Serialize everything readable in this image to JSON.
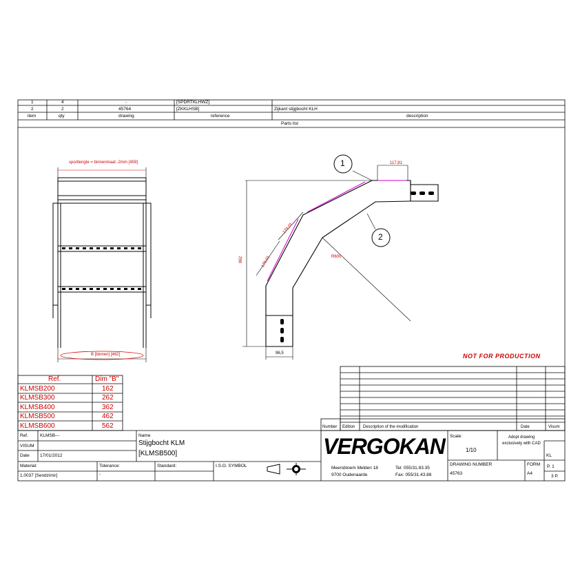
{
  "parts_list": {
    "rows": [
      {
        "item": "1",
        "qty": "4",
        "drawing": "-",
        "reference": "[SPDRTKLHWZ]",
        "description": ""
      },
      {
        "item": "2",
        "qty": "2",
        "drawing": "45764",
        "reference": "[ZKKLHSB]",
        "description": "Zijkant stijgbocht KLH"
      }
    ],
    "headers": {
      "item": "item",
      "qty": "qty",
      "drawing": "drawing",
      "reference": "reference",
      "description": "description"
    },
    "title": "Parts list"
  },
  "drawing": {
    "dim_top": "sportlengte = binnenmaat -2mm [459]",
    "dim_bottom": "B [binnen] [462]",
    "dim_height": "862",
    "dim_top_right": "117,81",
    "dim_bottom_width": "96,5",
    "dim_seg1": "179,01",
    "dim_seg2": "179,01",
    "radius": "R600",
    "callout_1": "1",
    "callout_2": "2",
    "not_for_production": "NOT FOR PRODUCTION"
  },
  "ref_table": {
    "header_ref": "Ref.",
    "header_dim": "Dim \"B\"",
    "rows": [
      {
        "ref": "KLMSB200",
        "dim": "162"
      },
      {
        "ref": "KLMSB300",
        "dim": "262"
      },
      {
        "ref": "KLMSB400",
        "dim": "362"
      },
      {
        "ref": "KLMSB500",
        "dim": "462"
      },
      {
        "ref": "KLMSB600",
        "dim": "562"
      }
    ]
  },
  "revision": {
    "col_number": "Number",
    "col_edition": "Edition",
    "col_description": "Description of the modification",
    "col_date": "Date",
    "col_visum": "Visum"
  },
  "title_block": {
    "ref_label": "Ref.",
    "ref_value": "KLMSB---",
    "visum_label": "VISUM",
    "date_label": "Date",
    "date_value": "17/01/2012",
    "name_label": "Name",
    "name_line1": "Stijgbocht KLM",
    "name_line2": "[KLMSB500]",
    "material_label": "Material:",
    "material_value": "1.0037 [Sendzimir]",
    "tolerance_label": "Tolerance:",
    "tolerance_value": "-",
    "standard_label": "Standard:",
    "iso_label": "I.S.O. SYMBOL",
    "logo": "VERGOKAN",
    "address1": "Meersbloem Melden 18",
    "address2": "9700 Oudenaarde",
    "tel": "Tel: 055/31.83.35",
    "fax": "Fax: 055/31.43.88",
    "scale_label": "Scale:",
    "scale_value": "1/10",
    "adopt_note": "Adopt drawing exclusively with CAD",
    "drawing_number_label": "DRAWING NUMBER",
    "drawing_number_value": "45763",
    "form_label": "FORM",
    "form_value": "A4",
    "kl": "KL",
    "page_label": "P. 1",
    "pages": "3 P."
  }
}
